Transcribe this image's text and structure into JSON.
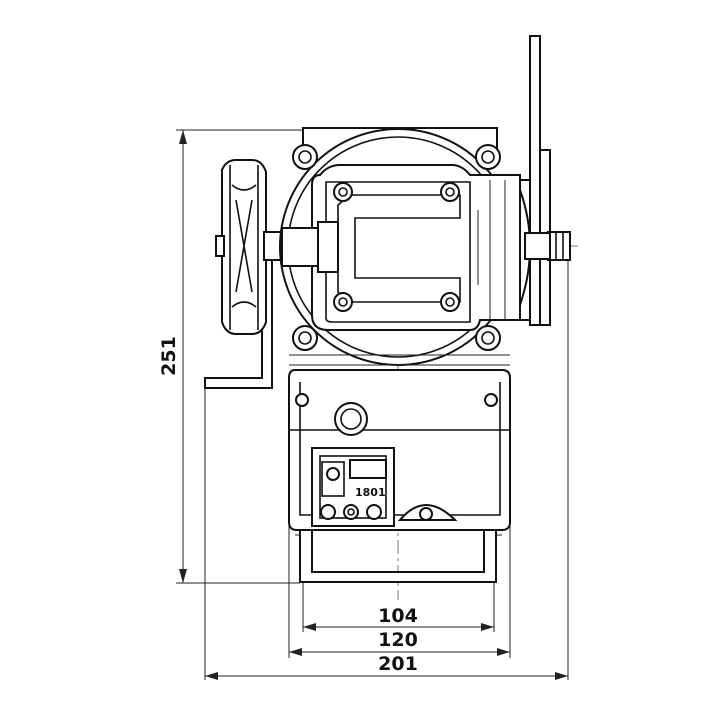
{
  "dimensions": {
    "height": "251",
    "inner_width": "104",
    "mid_width": "120",
    "overall_width": "201"
  },
  "label": {
    "board_code": "1801"
  }
}
